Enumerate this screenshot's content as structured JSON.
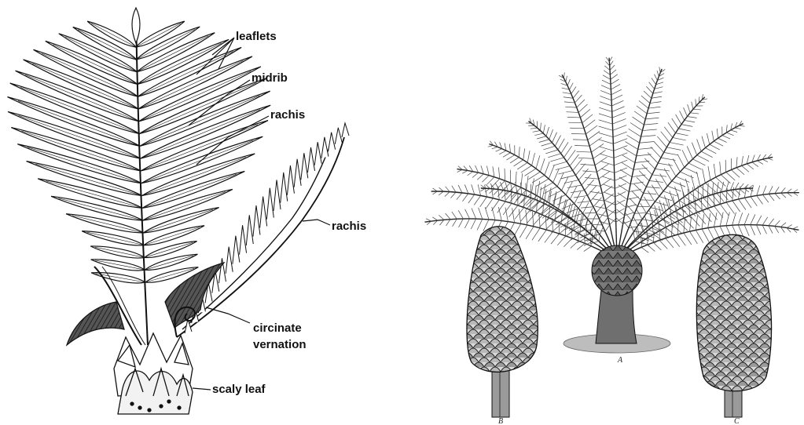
{
  "diagram": {
    "labels": {
      "leaflets": "leaflets",
      "midrib": "midrib",
      "rachis_upper": "rachis",
      "rachis_lower": "rachis",
      "circinate": "circinate",
      "vernation": "vernation",
      "scaly_leaf": "scaly leaf"
    }
  },
  "illustration": {
    "plate_letters": {
      "tree": "A",
      "left_cone": "B",
      "right_cone": "C"
    }
  },
  "colors": {
    "ink": "#111111",
    "background": "#ffffff",
    "shade": "#555555"
  }
}
